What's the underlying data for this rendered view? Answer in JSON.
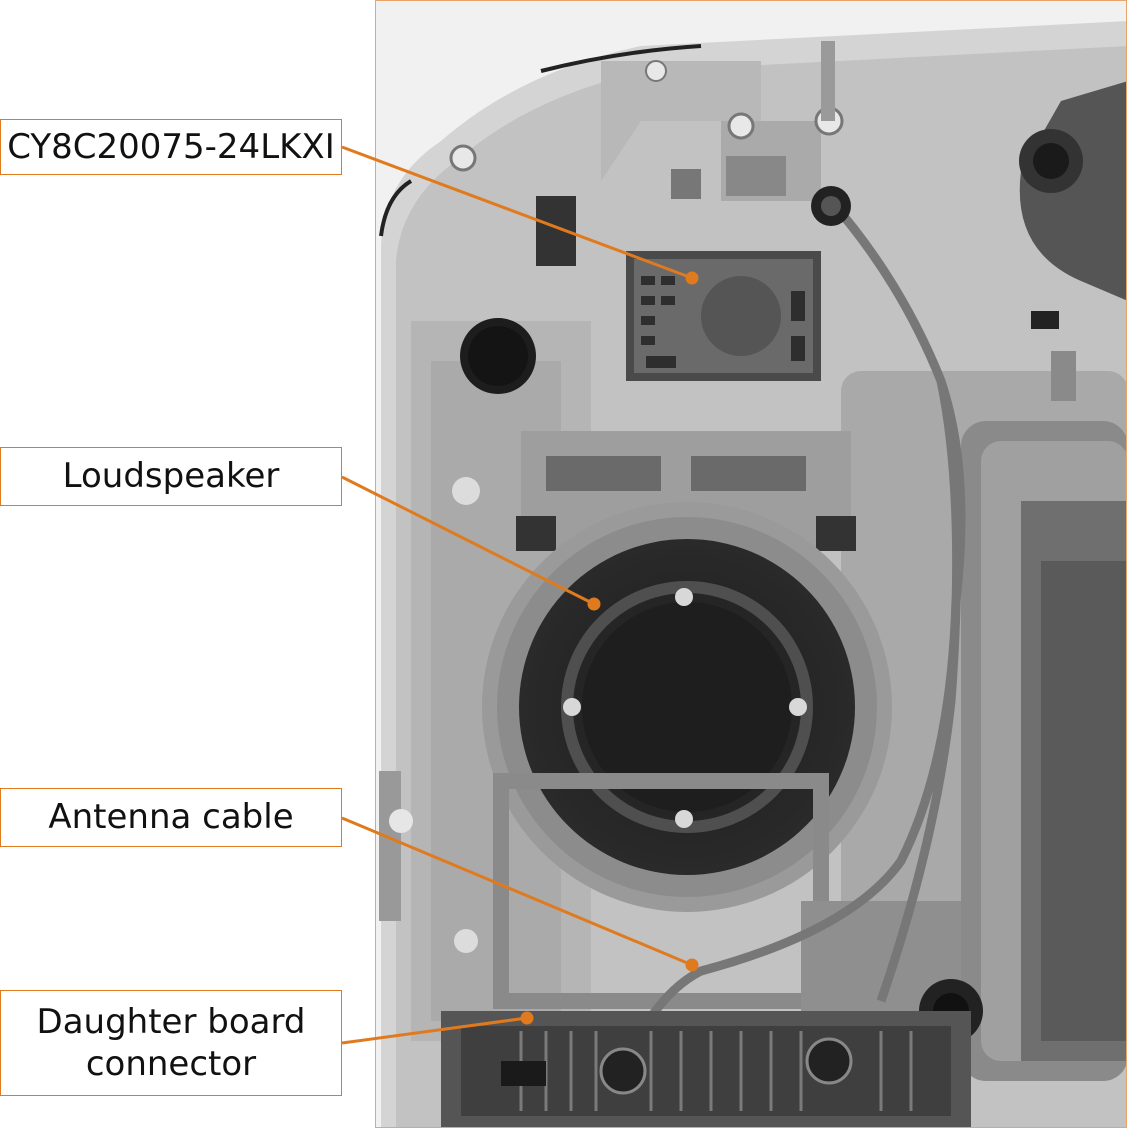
{
  "callouts": {
    "chip": "CY8C20075-24LKXI",
    "speaker": "Loudspeaker",
    "antenna": "Antenna cable",
    "connector": "Daughter board\nconnector"
  },
  "colors": {
    "leader": "#e07a1f",
    "box_border": "#e07a1f",
    "panel_border": "#e8a56a"
  }
}
